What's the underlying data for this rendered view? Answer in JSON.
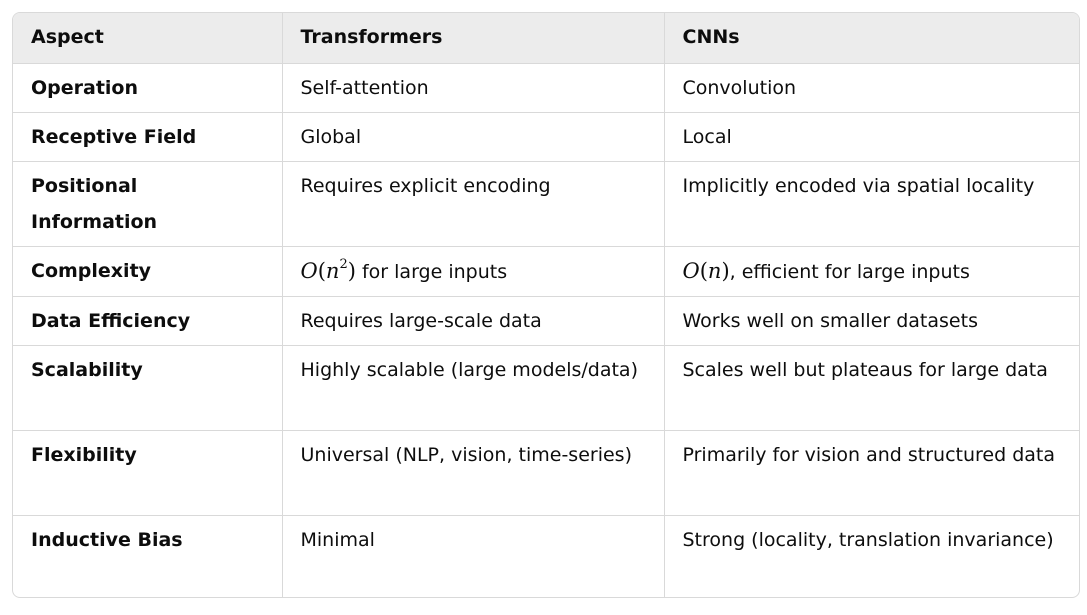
{
  "table": {
    "headers": [
      "Aspect",
      "Transformers",
      "CNNs"
    ],
    "rows": [
      {
        "aspect": "Operation",
        "transformers": "Self-attention",
        "cnns": "Convolution"
      },
      {
        "aspect": "Receptive Field",
        "transformers": "Global",
        "cnns": "Local"
      },
      {
        "aspect": "Positional Information",
        "transformers": "Requires explicit encoding",
        "cnns": "Implicitly encoded via spatial locality"
      },
      {
        "aspect": "Complexity",
        "transformers_math": {
          "fn": "O",
          "open": "(",
          "var": "n",
          "exp": "2",
          "close": ")"
        },
        "transformers": "for large inputs",
        "cnns_math": {
          "fn": "O",
          "open": "(",
          "var": "n",
          "close": ")"
        },
        "cnns": ", efficient for large inputs"
      },
      {
        "aspect": "Data Efficiency",
        "transformers": "Requires large-scale data",
        "cnns": "Works well on smaller datasets"
      },
      {
        "aspect": "Scalability",
        "transformers": "Highly scalable (large models/data)",
        "cnns": "Scales well but plateaus for large data"
      },
      {
        "aspect": "Flexibility",
        "transformers": "Universal (NLP, vision, time-series)",
        "cnns": "Primarily for vision and structured data"
      },
      {
        "aspect": "Inductive Bias",
        "transformers": "Minimal",
        "cnns": "Strong (locality, translation invariance)"
      }
    ]
  }
}
